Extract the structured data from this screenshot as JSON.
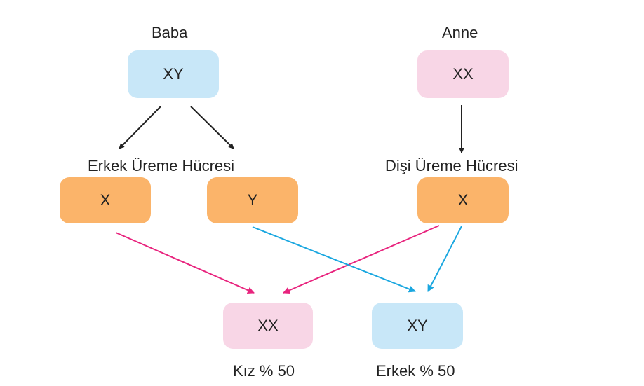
{
  "colors": {
    "blue_box": "#c8e7f8",
    "pink_box": "#f8d6e6",
    "orange_box": "#fbb46a",
    "arrow_dark": "#222222",
    "arrow_pink": "#e8247e",
    "arrow_cyan": "#1aa7e0"
  },
  "father": {
    "label": "Baba",
    "genotype": "XY"
  },
  "mother": {
    "label": "Anne",
    "genotype": "XX"
  },
  "male_gametes": {
    "label": "Erkek Üreme Hücresi",
    "items": [
      "X",
      "Y"
    ]
  },
  "female_gamete": {
    "label": "Dişi Üreme Hücresi",
    "item": "X"
  },
  "offspring": [
    {
      "genotype": "XX",
      "label": "Kız % 50"
    },
    {
      "genotype": "XY",
      "label": "Erkek % 50"
    }
  ]
}
